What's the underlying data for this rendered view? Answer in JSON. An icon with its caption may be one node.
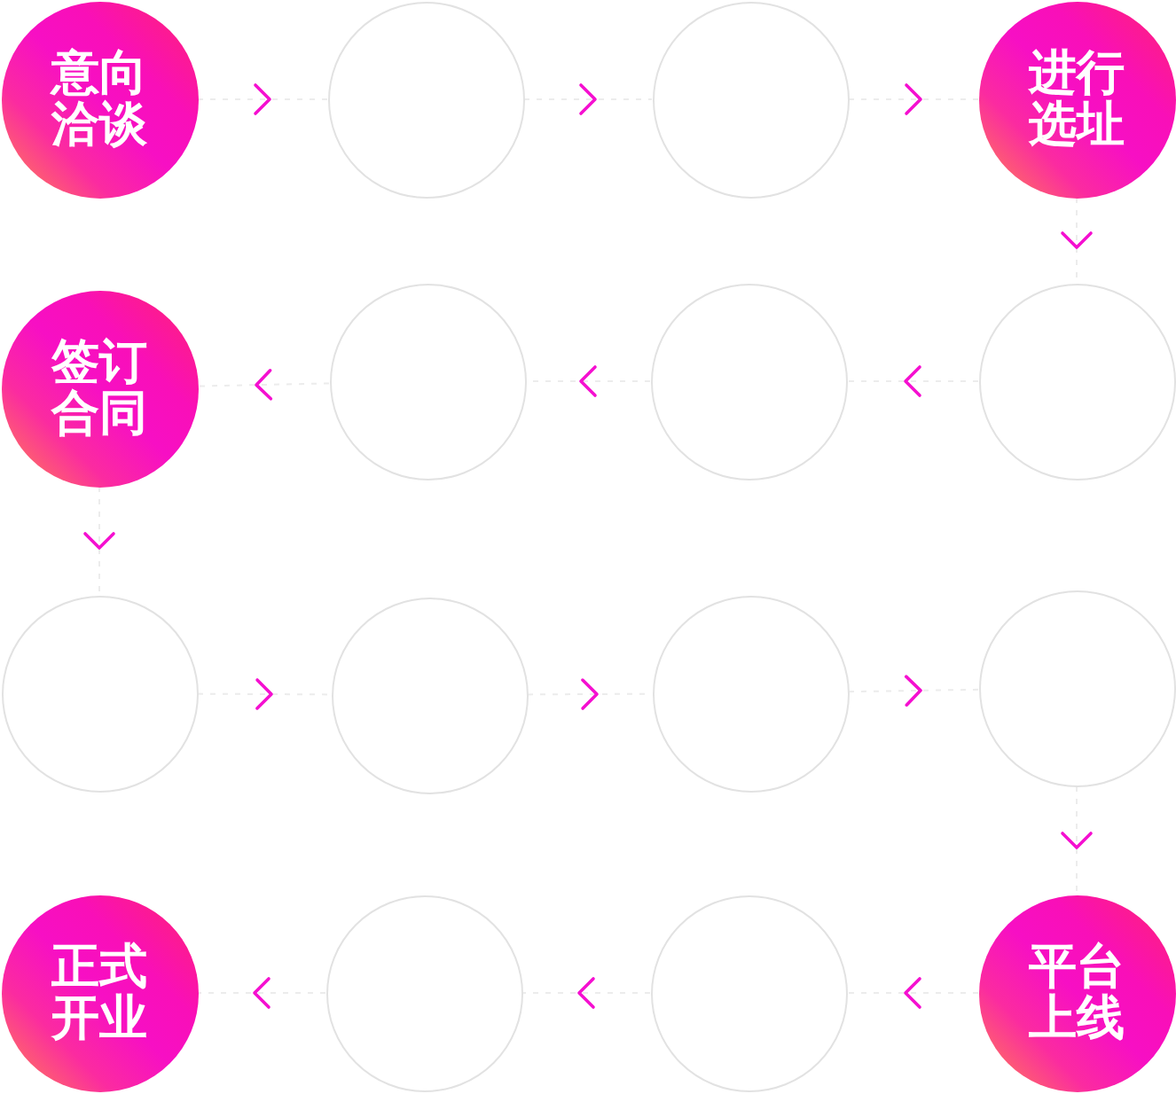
{
  "diagram": {
    "nodes": [
      {
        "text": [
          "意向洽谈"
        ]
      },
      {
        "text": [],
        "shape": "circle"
      },
      {
        "text": [],
        "shape": "circle"
      },
      {
        "text": [
          "进行选址"
        ]
      },
      {
        "text": [],
        "shape": "circle"
      },
      {
        "text": [],
        "shape": "circle"
      },
      {
        "text": [],
        "shape": "circle"
      },
      {
        "text": [
          "签订合同"
        ]
      },
      {
        "text": [],
        "shape": "circle"
      },
      {
        "text": [],
        "shape": "circle"
      },
      {
        "text": [],
        "shape": "circle"
      },
      {
        "text": [],
        "shape": "circle"
      },
      {
        "text": [
          "平台上线"
        ]
      },
      {
        "text": [],
        "shape": "circle"
      },
      {
        "text": [],
        "shape": "circle"
      },
      {
        "text": [
          "正式开业"
        ]
      }
    ],
    "edges": [
      {
        "from": 0,
        "to": 1,
        "arrow": "to",
        "style": "dashed"
      },
      {
        "from": 1,
        "to": 2,
        "arrow": "to",
        "style": "dashed"
      },
      {
        "from": 2,
        "to": 3,
        "arrow": "to",
        "style": "dashed"
      },
      {
        "from": 3,
        "to": 4,
        "arrow": "to",
        "style": "dashed"
      },
      {
        "from": 4,
        "to": 5,
        "arrow": "to",
        "style": "dashed"
      },
      {
        "from": 5,
        "to": 6,
        "arrow": "to",
        "style": "dashed"
      },
      {
        "from": 6,
        "to": 7,
        "arrow": "to",
        "style": "dashed"
      },
      {
        "from": 7,
        "to": 8,
        "arrow": "to",
        "style": "dashed"
      },
      {
        "from": 8,
        "to": 9,
        "arrow": "to",
        "style": "dashed"
      },
      {
        "from": 9,
        "to": 10,
        "arrow": "to",
        "style": "dashed"
      },
      {
        "from": 10,
        "to": 11,
        "arrow": "to",
        "style": "dashed"
      },
      {
        "from": 11,
        "to": 12,
        "arrow": "to",
        "style": "dashed"
      },
      {
        "from": 12,
        "to": 13,
        "arrow": "to",
        "style": "dashed"
      },
      {
        "from": 13,
        "to": 14,
        "arrow": "to",
        "style": "dashed"
      },
      {
        "from": 14,
        "to": 15,
        "arrow": "to",
        "style": "dashed"
      }
    ]
  }
}
